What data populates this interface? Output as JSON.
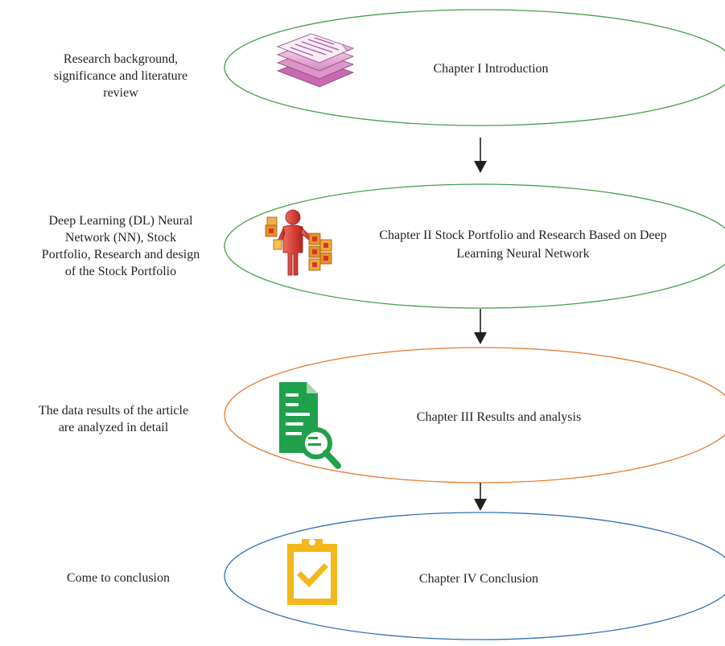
{
  "stages": [
    {
      "description": [
        "Research background,",
        "significance and literature",
        "review"
      ],
      "title": [
        "Chapter I Introduction"
      ],
      "icon": "stacked-documents-icon",
      "border_color": "#43a047"
    },
    {
      "description": [
        "Deep Learning (DL) Neural",
        "Network (NN), Stock",
        "Portfolio, Research and design",
        "of the Stock Portfolio"
      ],
      "title": [
        "Chapter II Stock Portfolio and Research Based on Deep",
        "Learning Neural Network"
      ],
      "icon": "person-with-books-icon",
      "border_color": "#43a047"
    },
    {
      "description": [
        "The data results of the article",
        "are analyzed in detail"
      ],
      "title": [
        "Chapter III Results and analysis"
      ],
      "icon": "document-magnifier-icon",
      "border_color": "#e8792b"
    },
    {
      "description": [
        "Come to conclusion"
      ],
      "title": [
        "Chapter IV Conclusion"
      ],
      "icon": "clipboard-check-icon",
      "border_color": "#2f6fb7"
    }
  ],
  "colors": {
    "arrow": "#231f20",
    "text": "#231f20",
    "document_pink": "#d98bc3",
    "person_red": "#d8342b",
    "book_orange": "#e4932a",
    "document_green": "#1fa04a",
    "clipboard_yellow": "#f3b81b"
  }
}
